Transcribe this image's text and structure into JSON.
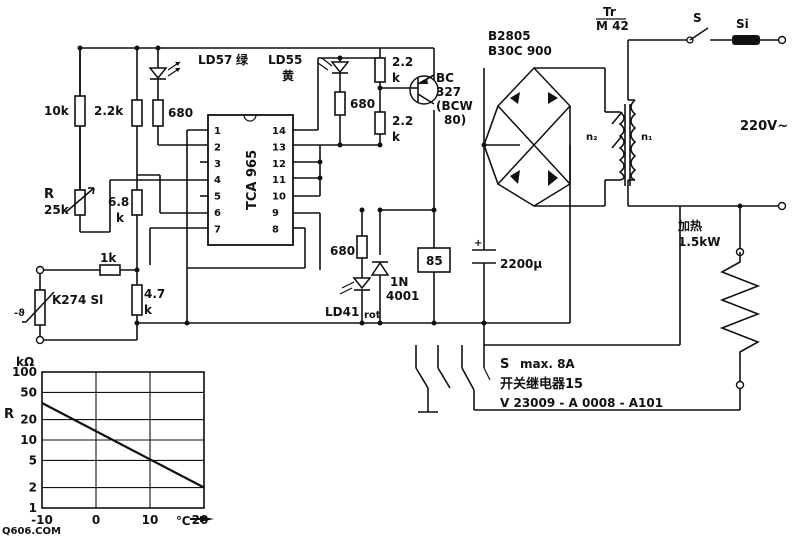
{
  "labels": {
    "ld57": "LD57",
    "ld57_color": "绿",
    "ld55": "LD55",
    "ld55_color": "黄",
    "r_10k": "10k",
    "r_2_2k_a": "2.2k",
    "r_680_a": "680",
    "r_680_b": "680",
    "r_680_c": "680",
    "r_2_2_b": "2.2",
    "r_2_2_b_unit": "k",
    "r_2_2_c": "2.2",
    "r_2_2_c_unit": "k",
    "pot_r": "R",
    "pot_25k": "25k",
    "r_6_8": "6.8",
    "r_6_8_unit": "k",
    "r_1k": "1k",
    "r_4_7": "4.7",
    "r_4_7_unit": "k",
    "ic_name": "TCA 965",
    "transistor_1": "BC",
    "transistor_2": "327",
    "transistor_3": "(BCW",
    "transistor_4": "80)",
    "bridge_1": "B2805",
    "bridge_2": "B30C 900",
    "tr_1": "Tr",
    "tr_2": "M 42",
    "switch_s": "S",
    "fuse_si": "Si",
    "n2": "n₂",
    "n1": "n₁",
    "mains": "220V~",
    "heater_1": "加热",
    "heater_2": "1.5kW",
    "relay_box": "85",
    "cap": "2200μ",
    "diode_1": "1N",
    "diode_2": "4001",
    "ld41": "LD41",
    "ld41_sub": "rot",
    "thermistor": "K274 Sl",
    "relay_s": "S",
    "relay_max": "max. 8A",
    "relay_name": "开关继电器15",
    "relay_part": "V 23009 - A 0008 - A101",
    "watermark": "Q606.COM"
  },
  "ic_pins_left": [
    "1",
    "2",
    "3",
    "4",
    "5",
    "6",
    "7"
  ],
  "ic_pins_right": [
    "14",
    "13",
    "12",
    "11",
    "10",
    "9",
    "8"
  ],
  "chart_data": {
    "type": "line",
    "ylabel_unit": "kΩ",
    "ylabel": "R",
    "xlabel": "℃",
    "x_ticks": [
      "-10",
      "0",
      "10",
      "20"
    ],
    "y_ticks": [
      "100",
      "50",
      "20",
      "10",
      "5",
      "2",
      "1"
    ],
    "y_scale": "log",
    "xlim": [
      -10,
      20
    ],
    "ylim": [
      1,
      100
    ],
    "series": [
      {
        "x": [
          -10,
          20
        ],
        "y": [
          35,
          2
        ]
      }
    ]
  }
}
